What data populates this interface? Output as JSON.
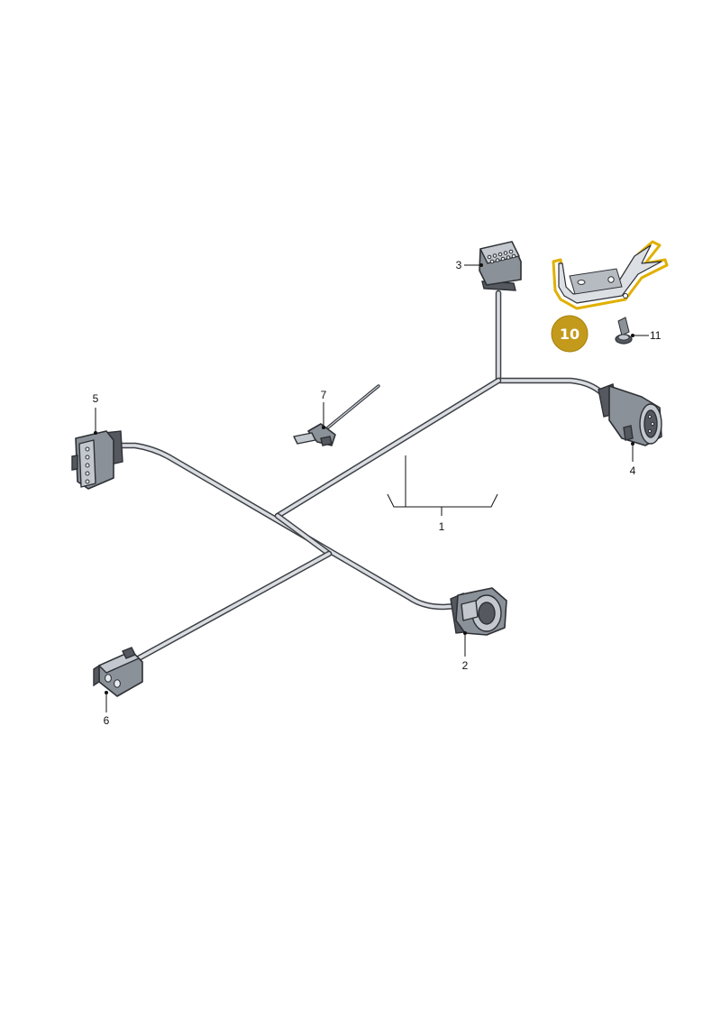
{
  "callouts": {
    "harness": "1",
    "connector_2": "2",
    "connector_3": "3",
    "connector_4": "4",
    "connector_5": "5",
    "connector_6": "6",
    "clip_7": "7",
    "bracket_10": "10",
    "screw_11": "11"
  },
  "colors": {
    "wire_outline": "#3c3f44",
    "wire_fill": "#d9dde2",
    "connector": "#8b9198",
    "bracket_highlight": "#e0b000",
    "badge": "#c39a1b"
  },
  "icons": {
    "connector_2": "round-plug-connector-icon",
    "connector_3": "multi-pin-flat-connector-icon",
    "connector_4": "round-multi-pin-connector-icon",
    "connector_5": "five-pin-connector-icon",
    "connector_6": "two-pin-connector-icon",
    "clip_7": "cable-clip-icon",
    "bracket_10": "mounting-bracket-icon",
    "screw_11": "screw-icon"
  }
}
